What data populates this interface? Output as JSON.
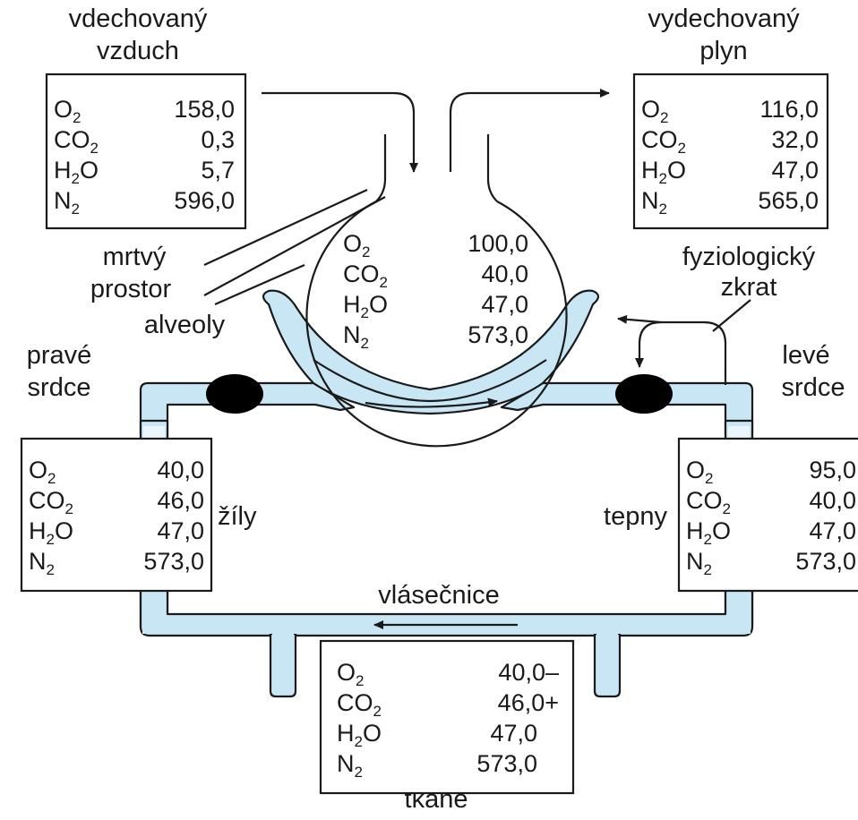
{
  "labels": {
    "inhaled_1": "vdechovaný",
    "inhaled_2": "vzduch",
    "exhaled_1": "vydechovaný",
    "exhaled_2": "plyn",
    "dead_space_1": "mrtvý",
    "dead_space_2": "prostor",
    "alveoli": "alveoly",
    "shunt_1": "fyziologický",
    "shunt_2": "zkrat",
    "right_heart_1": "pravé",
    "right_heart_2": "srdce",
    "left_heart_1": "levé",
    "left_heart_2": "srdce",
    "veins": "žíly",
    "arteries": "tepny",
    "capillaries": "vlásečnice",
    "tissues": "tkáně"
  },
  "gases": {
    "o2_main": "O",
    "o2_sub": "2",
    "co2_main": "CO",
    "co2_sub": "2",
    "h2o_pre": "H",
    "h2o_sub": "2",
    "h2o_post": "O",
    "n2_main": "N",
    "n2_sub": "2"
  },
  "boxes": {
    "inhaled": {
      "o2": "158,0",
      "co2": "0,3",
      "h2o": "5,7",
      "n2": "596,0"
    },
    "exhaled": {
      "o2": "116,0",
      "co2": "32,0",
      "h2o": "47,0",
      "n2": "565,0"
    },
    "alveolar": {
      "o2": "100,0",
      "co2": "40,0",
      "h2o": "47,0",
      "n2": "573,0"
    },
    "venous": {
      "o2": "40,0",
      "co2": "46,0",
      "h2o": "47,0",
      "n2": "573,0"
    },
    "arterial": {
      "o2": "95,0",
      "co2": "40,0",
      "h2o": "47,0",
      "n2": "573,0"
    },
    "tissue": {
      "o2": "40,0–",
      "co2": "46,0+",
      "h2o": "47,0",
      "n2": "573,0"
    }
  },
  "colors": {
    "blood_vessel": "#c9e6f5",
    "outline": "#1a1a1a",
    "heart_valve": "#000000"
  }
}
